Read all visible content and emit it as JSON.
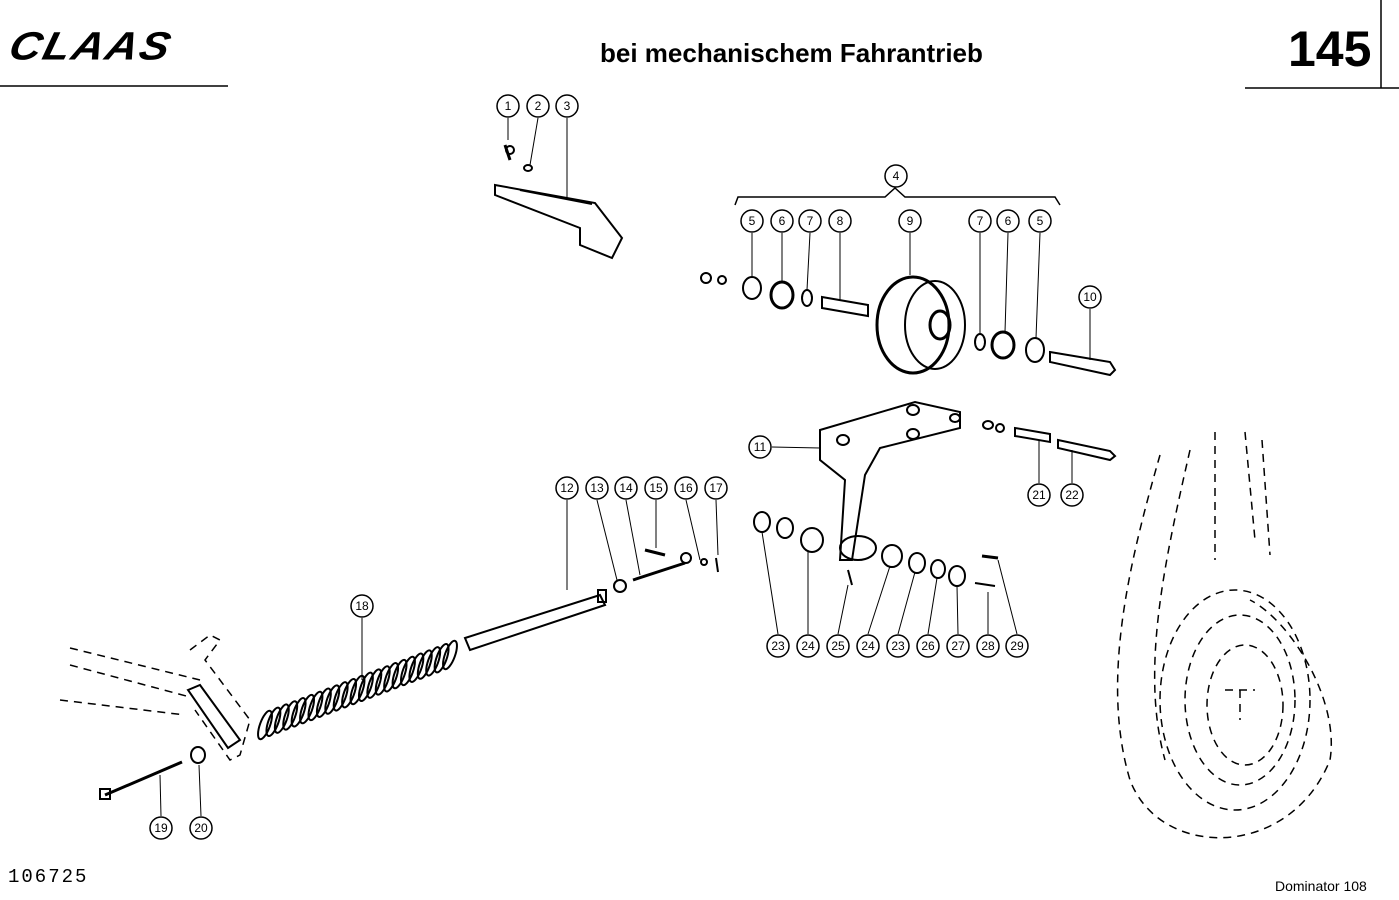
{
  "header": {
    "brand": "CLAAS",
    "title": "bei mechanischem Fahrantrieb",
    "page_number": "145"
  },
  "footer": {
    "drawing_number": "106725",
    "model": "Dominator 108"
  },
  "callouts": [
    "1",
    "2",
    "3",
    "4",
    "5",
    "6",
    "7",
    "8",
    "9",
    "7",
    "6",
    "5",
    "10",
    "11",
    "21",
    "22",
    "12",
    "13",
    "14",
    "15",
    "16",
    "17",
    "23",
    "24",
    "25",
    "24",
    "23",
    "26",
    "27",
    "28",
    "29",
    "18",
    "19",
    "20"
  ]
}
